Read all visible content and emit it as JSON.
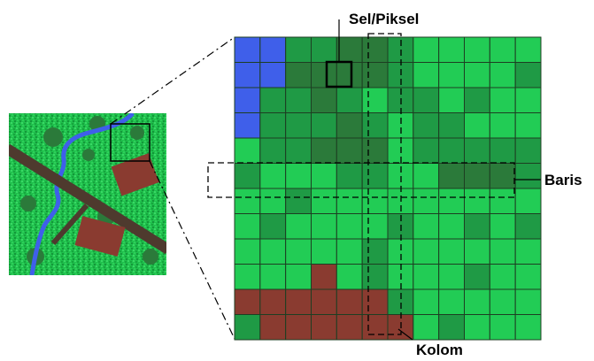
{
  "labels": {
    "cell": "Sel/Piksel",
    "row": "Baris",
    "column": "Kolom"
  },
  "colors": {
    "water": "#3f5fea",
    "vegetation_light": "#22cc55",
    "vegetation_mid": "#1f9a45",
    "vegetation_dark": "#2b7a3a",
    "road": "#4e3a2e",
    "building": "#8a3b30",
    "grid_line": "#1d3e22"
  },
  "raster": {
    "rows": 12,
    "columns": 12,
    "cells": [
      [
        "W",
        "W",
        "M",
        "M",
        "D",
        "D",
        "M",
        "L",
        "L",
        "L",
        "L",
        "L"
      ],
      [
        "W",
        "W",
        "D",
        "D",
        "D",
        "D",
        "M",
        "L",
        "L",
        "L",
        "L",
        "M"
      ],
      [
        "W",
        "M",
        "M",
        "D",
        "M",
        "L",
        "M",
        "M",
        "L",
        "M",
        "L",
        "L"
      ],
      [
        "W",
        "M",
        "M",
        "M",
        "D",
        "M",
        "L",
        "M",
        "M",
        "L",
        "L",
        "L"
      ],
      [
        "L",
        "M",
        "M",
        "D",
        "D",
        "D",
        "L",
        "M",
        "M",
        "M",
        "M",
        "M"
      ],
      [
        "M",
        "L",
        "L",
        "L",
        "M",
        "M",
        "L",
        "L",
        "D",
        "D",
        "D",
        "M"
      ],
      [
        "L",
        "L",
        "M",
        "L",
        "L",
        "L",
        "L",
        "L",
        "L",
        "L",
        "L",
        "L"
      ],
      [
        "L",
        "M",
        "L",
        "L",
        "L",
        "L",
        "M",
        "L",
        "L",
        "M",
        "L",
        "M"
      ],
      [
        "L",
        "L",
        "L",
        "L",
        "L",
        "M",
        "L",
        "L",
        "L",
        "L",
        "L",
        "L"
      ],
      [
        "L",
        "L",
        "L",
        "R",
        "L",
        "M",
        "L",
        "L",
        "L",
        "M",
        "L",
        "L"
      ],
      [
        "R",
        "R",
        "R",
        "R",
        "R",
        "R",
        "M",
        "L",
        "L",
        "L",
        "L",
        "L"
      ],
      [
        "M",
        "R",
        "R",
        "R",
        "R",
        "R",
        "R",
        "L",
        "M",
        "L",
        "L",
        "L"
      ]
    ]
  }
}
